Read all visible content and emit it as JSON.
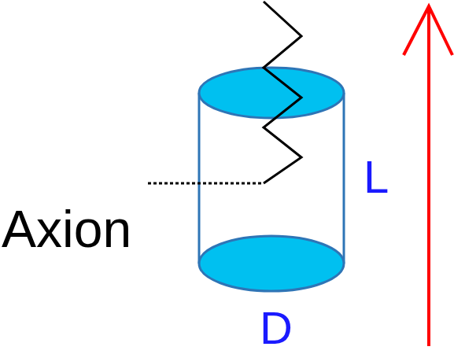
{
  "diagram": {
    "labels": [
      "Axion",
      "L",
      "D"
    ]
  }
}
